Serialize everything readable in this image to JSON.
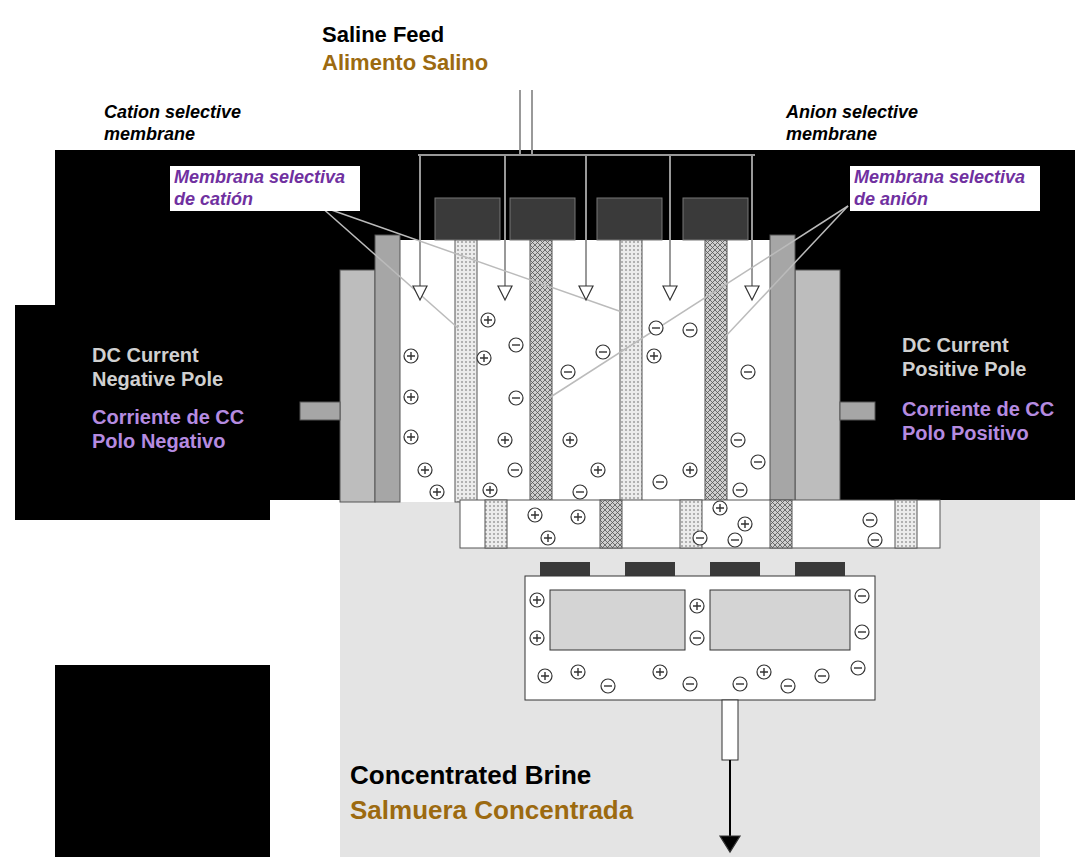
{
  "diagram": {
    "labels": [
      "Saline Feed",
      "Alimento Salino",
      "Cation selective membrane",
      "Membrana selectiva de catión",
      "Anion selective membrane",
      "Membrana selectiva de anión",
      "DC Current Negative Pole",
      "Corriente de CC Polo Negativo",
      "DC Current Positive Pole",
      "Corriente de CC Polo Positivo",
      "Concentrated Brine",
      "Salmuera Concentrada"
    ]
  }
}
